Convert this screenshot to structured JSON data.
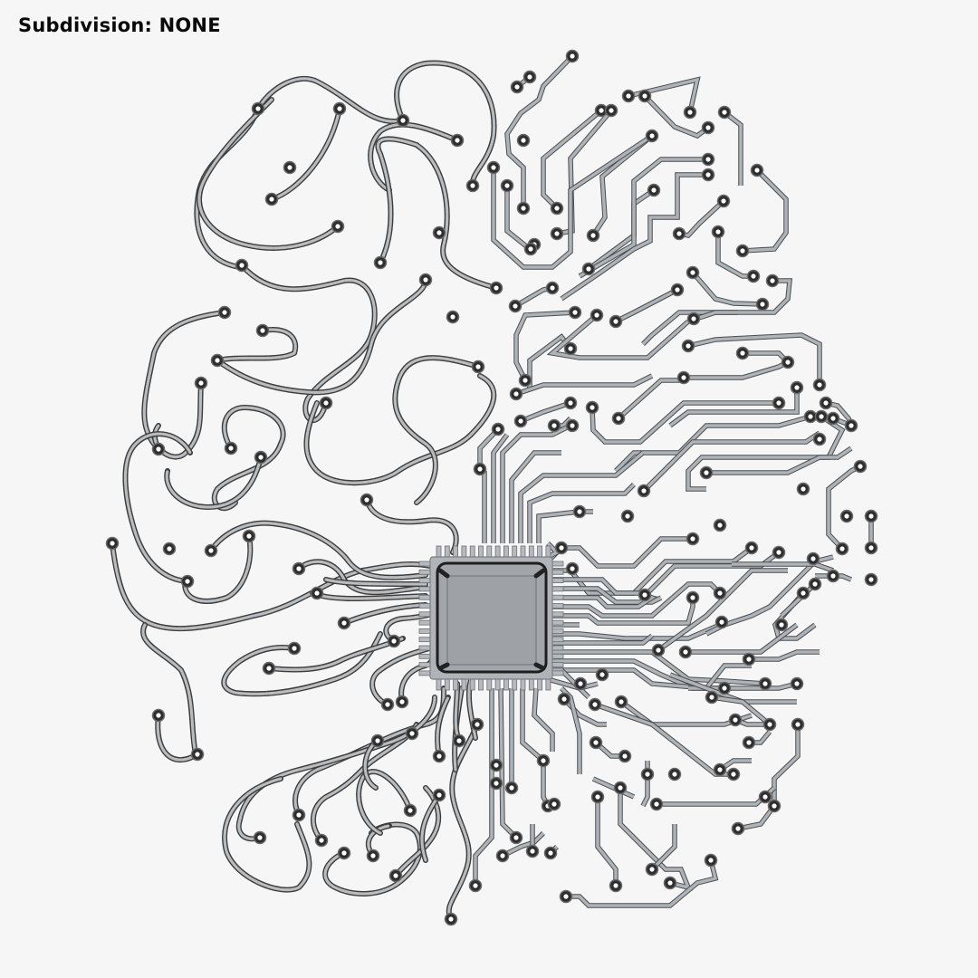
{
  "header": {
    "title": "Subdivision: NONE"
  },
  "image": {
    "subject": "brain-shaped circuit board with central microchip",
    "background_color": "#f6f6f6",
    "trace_color": "#aeb3b8",
    "trace_edge_color": "#4a4d50",
    "chip_color": "#a7abb0",
    "chip_die_color": "#9ea2a7",
    "pad_color": "#2e2e2e",
    "left_hemisphere_style": "curved textured wires",
    "right_hemisphere_style": "angular PCB traces"
  }
}
